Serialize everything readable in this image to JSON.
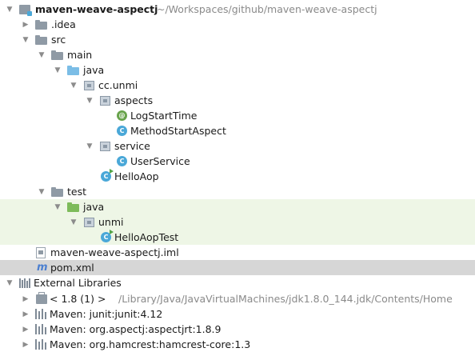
{
  "project": {
    "name": "maven-weave-aspectj",
    "path": "~/Workspaces/github/maven-weave-aspectj"
  },
  "tree": {
    "idea": ".idea",
    "src": "src",
    "main": "main",
    "java_main": "java",
    "pkg_cc_unmi": "cc.unmi",
    "aspects": "aspects",
    "log_start_time": "LogStartTime",
    "method_start_aspect": "MethodStartAspect",
    "service": "service",
    "user_service": "UserService",
    "hello_aop": "HelloAop",
    "test": "test",
    "java_test": "java",
    "unmi": "unmi",
    "hello_aop_test": "HelloAopTest",
    "iml_file": "maven-weave-aspectj.iml",
    "pom": "pom.xml",
    "external_libraries": "External Libraries",
    "jdk_label": "< 1.8 (1) >",
    "jdk_path": "/Library/Java/JavaVirtualMachines/jdk1.8.0_144.jdk/Contents/Home",
    "lib_junit": "Maven: junit:junit:4.12",
    "lib_aspectjrt": "Maven: org.aspectj:aspectjrt:1.8.9",
    "lib_hamcrest": "Maven: org.hamcrest:hamcrest-core:1.3"
  },
  "icons": {
    "annotation_letter": "@",
    "class_letter": "C",
    "maven_letter": "m"
  },
  "colors": {
    "selection": "#d6d6d6",
    "test_highlight": "#eef6e6",
    "source_folder": "#7bbde6",
    "test_folder": "#7dbb5a",
    "class_icon": "#4aa8d8"
  }
}
